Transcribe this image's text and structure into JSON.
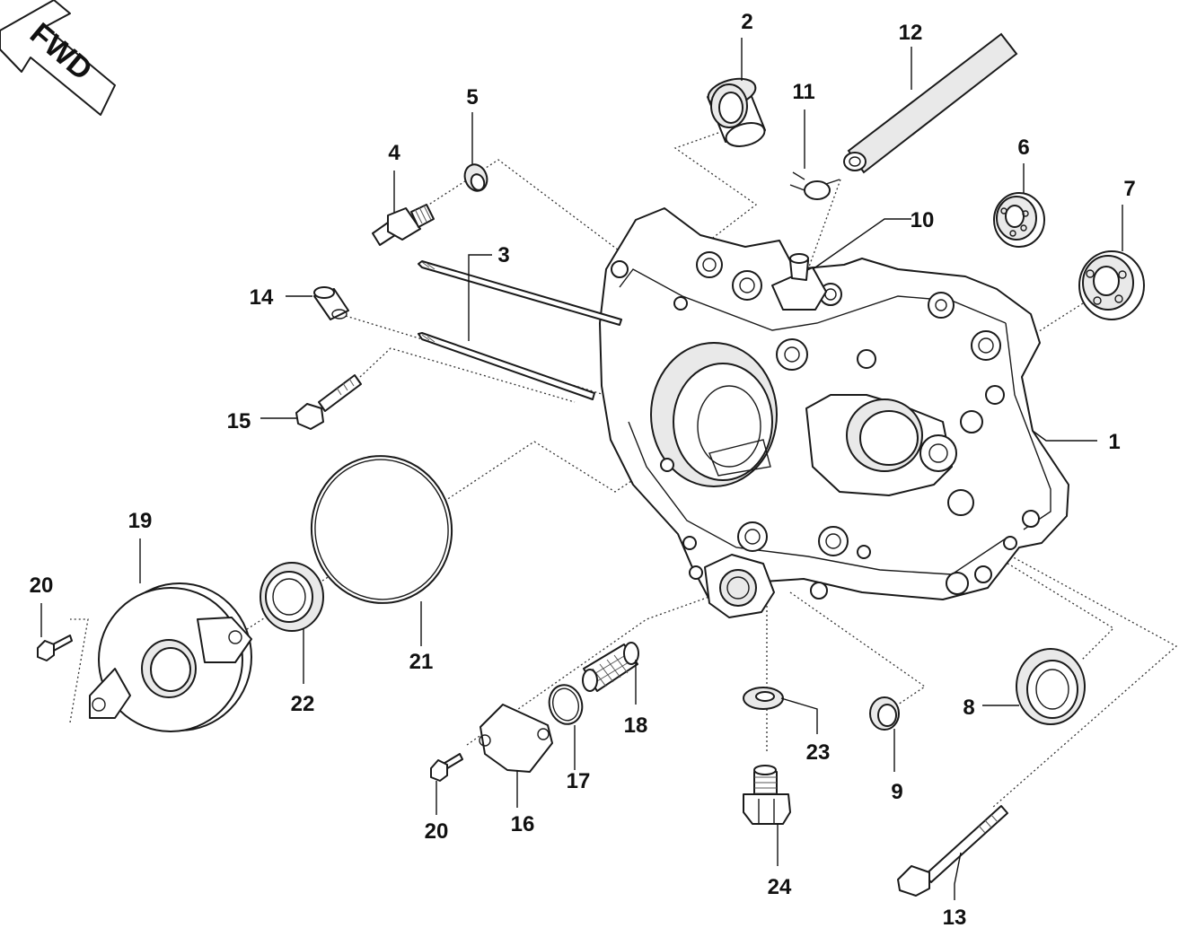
{
  "diagram": {
    "direction_badge": "FWD",
    "callouts": [
      "1",
      "2",
      "3",
      "4",
      "5",
      "6",
      "7",
      "8",
      "9",
      "10",
      "11",
      "12",
      "13",
      "14",
      "15",
      "16",
      "17",
      "18",
      "19",
      "20",
      "20",
      "21",
      "22",
      "23",
      "24"
    ]
  }
}
